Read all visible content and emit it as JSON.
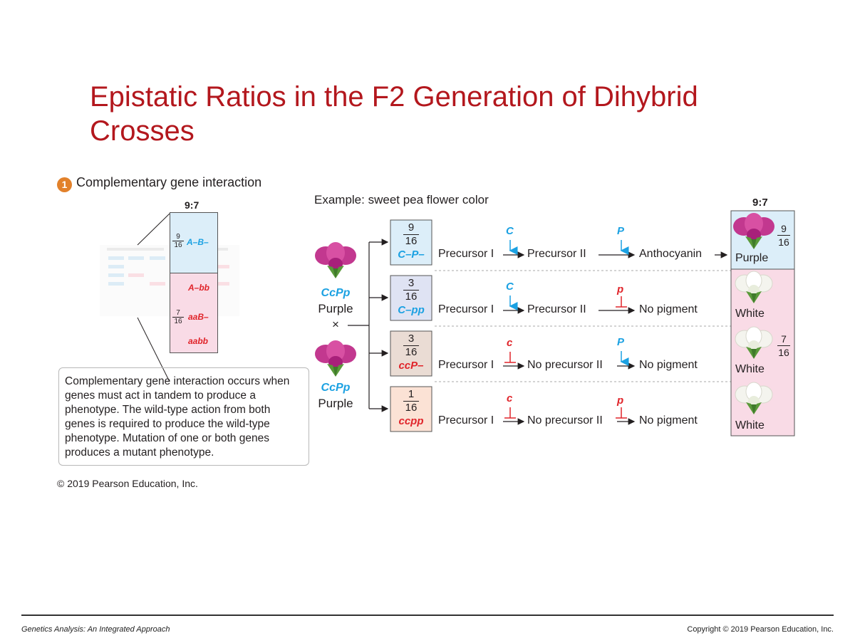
{
  "title": "Epistatic Ratios in the F2 Generation of Dihybrid Crosses",
  "section": {
    "number": "1",
    "label": "Complementary gene interaction"
  },
  "example": "Example: sweet pea flower color",
  "ratio": "9:7",
  "zoom": {
    "frac_top": {
      "num": "9",
      "den": "16"
    },
    "geno_top": "A–B–",
    "geno_ab": "A–bb",
    "frac_bottom": {
      "num": "7",
      "den": "16"
    },
    "geno_aB": "aaB–",
    "geno_aabb": "aabb"
  },
  "parents": [
    {
      "genotype": "CcPp",
      "phenotype": "Purple"
    },
    {
      "genotype": "CcPp",
      "phenotype": "Purple"
    }
  ],
  "cross_symbol": "×",
  "rows": [
    {
      "num": "9",
      "den": "16",
      "genotype": "C–P–",
      "gene1": "C",
      "gene2": "P",
      "step1": "Precursor I",
      "step2": "Precursor II",
      "step3": "Anthocyanin"
    },
    {
      "num": "3",
      "den": "16",
      "genotype": "C–pp",
      "gene1": "C",
      "gene2": "p",
      "step1": "Precursor I",
      "step2": "Precursor II",
      "step3": "No pigment"
    },
    {
      "num": "3",
      "den": "16",
      "genotype": "ccP–",
      "gene1": "c",
      "gene2": "P",
      "step1": "Precursor I",
      "step2": "No precursor II",
      "step3": "No pigment"
    },
    {
      "num": "1",
      "den": "16",
      "genotype": "ccpp",
      "gene1": "c",
      "gene2": "p",
      "step1": "Precursor I",
      "step2": "No precursor II",
      "step3": "No pigment"
    }
  ],
  "phenotypes": {
    "purple": {
      "label": "Purple",
      "num": "9",
      "den": "16"
    },
    "white": {
      "labels": [
        "White",
        "White",
        "White"
      ],
      "num": "7",
      "den": "16"
    }
  },
  "description": "Complementary gene interaction occurs when genes must act in tandem to produce a phenotype. The wild-type action from both genes is required to produce the wild-type phenotype. Mutation of one or both genes produces a mutant phenotype.",
  "copyright": "© 2019 Pearson Education, Inc.",
  "footer": {
    "left": "Genetics Analysis: An Integrated Approach",
    "right": "Copyright © 2019 Pearson Education, Inc."
  },
  "colors": {
    "title": "#b3171d",
    "blue": "#1ba1e2",
    "red": "#e0242a",
    "box_blue": "#dceef9",
    "box_pink": "#f9dbe6",
    "box_violet": "#dfe3f3",
    "box_tan": "#eadcd4",
    "box_peach": "#fbe2d5",
    "badge": "#e2812b",
    "flower_purple": "#c2388f"
  }
}
